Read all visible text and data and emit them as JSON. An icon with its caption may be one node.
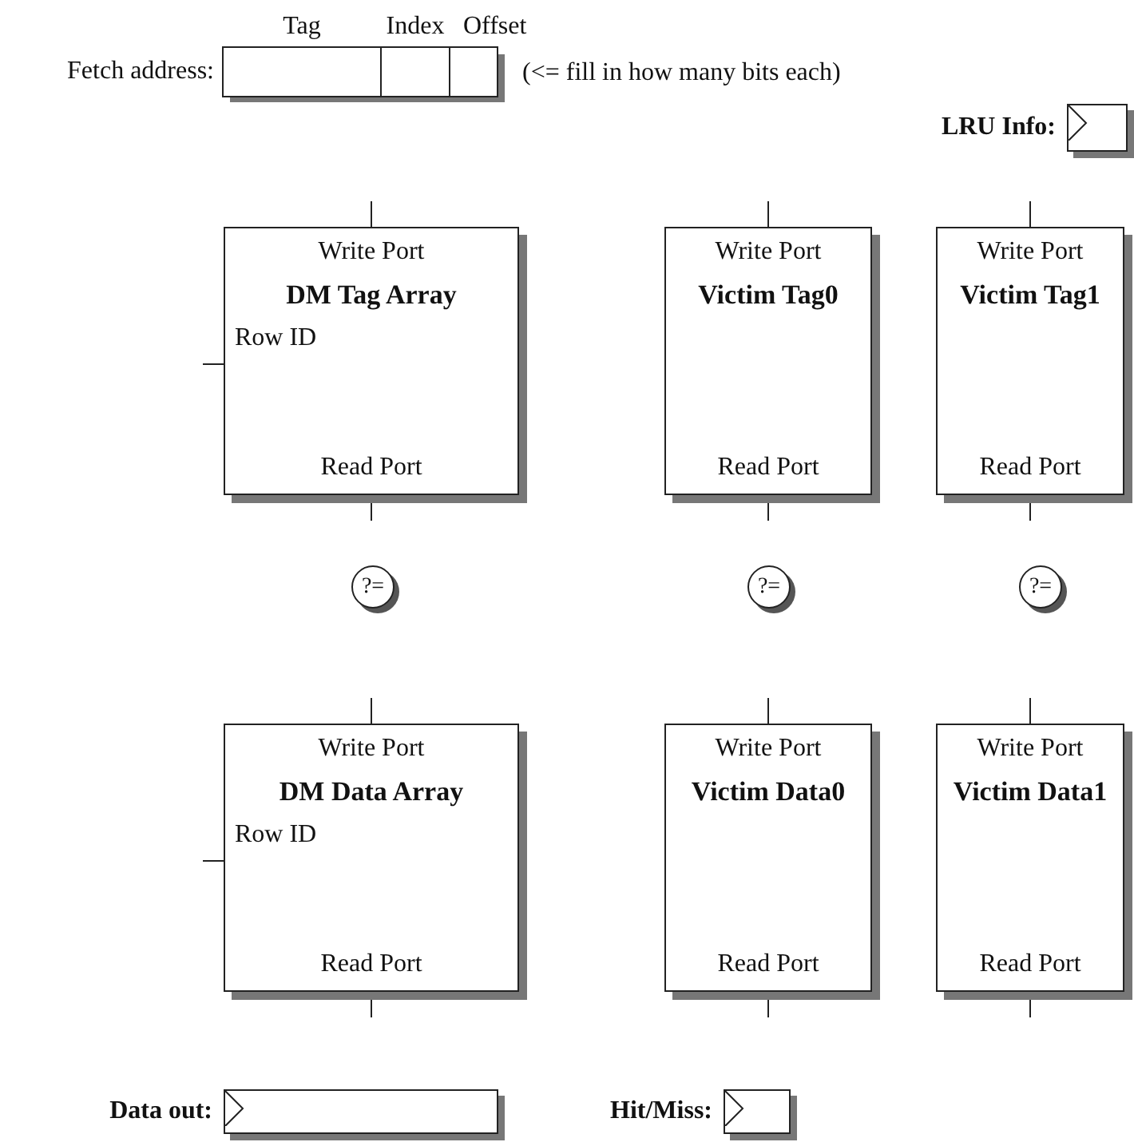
{
  "diagram": {
    "nodes": [
      {
        "text": [],
        "shape": "box",
        "beside": [
          "Fetch address:"
        ]
      },
      {
        "text": [],
        "shape": "box",
        "in": 0,
        "beside": [
          "Tag"
        ]
      },
      {
        "text": [],
        "shape": "box",
        "in": 0,
        "beside": [
          "Index"
        ]
      },
      {
        "text": [],
        "shape": "box",
        "in": 0,
        "beside": [
          "Offset"
        ]
      },
      {
        "text": [],
        "shape": "box",
        "beside": [
          "LRU Info:"
        ]
      },
      {
        "text": [
          "Write Port",
          "DM Tag Array",
          "Row ID",
          "Read Port"
        ]
      },
      {
        "text": [
          "Write Port",
          "Victim Tag0",
          "Read Port"
        ]
      },
      {
        "text": [
          "Write Port",
          "Victim Tag1",
          "Read Port"
        ]
      },
      {
        "text": [
          "?="
        ]
      },
      {
        "text": [
          "?="
        ]
      },
      {
        "text": [
          "?="
        ]
      },
      {
        "text": [
          "Write Port",
          "DM Data Array",
          "Row ID",
          "Read Port"
        ]
      },
      {
        "text": [
          "Write Port",
          "Victim Data0",
          "Read Port"
        ]
      },
      {
        "text": [
          "Write Port",
          "Victim Data1",
          "Read Port"
        ]
      },
      {
        "text": [],
        "shape": "box",
        "beside": [
          "Data out:"
        ]
      },
      {
        "text": [],
        "shape": "box",
        "beside": [
          "Hit/Miss:"
        ]
      }
    ],
    "edges": [
      {
        "from": null,
        "to": 5,
        "arrow": "none"
      },
      {
        "from": null,
        "to": 5,
        "arrow": "none"
      },
      {
        "from": 5,
        "to": null,
        "arrow": "none"
      },
      {
        "from": null,
        "to": 6,
        "arrow": "none"
      },
      {
        "from": 6,
        "to": null,
        "arrow": "none"
      },
      {
        "from": null,
        "to": 7,
        "arrow": "none"
      },
      {
        "from": 7,
        "to": null,
        "arrow": "none"
      },
      {
        "from": null,
        "to": 11,
        "arrow": "none"
      },
      {
        "from": null,
        "to": 11,
        "arrow": "none"
      },
      {
        "from": 11,
        "to": null,
        "arrow": "none"
      },
      {
        "from": null,
        "to": 12,
        "arrow": "none"
      },
      {
        "from": 12,
        "to": null,
        "arrow": "none"
      },
      {
        "from": null,
        "to": 13,
        "arrow": "none"
      },
      {
        "from": 13,
        "to": null,
        "arrow": "none"
      }
    ],
    "labels": [
      "(<= fill in how many bits each)"
    ]
  }
}
